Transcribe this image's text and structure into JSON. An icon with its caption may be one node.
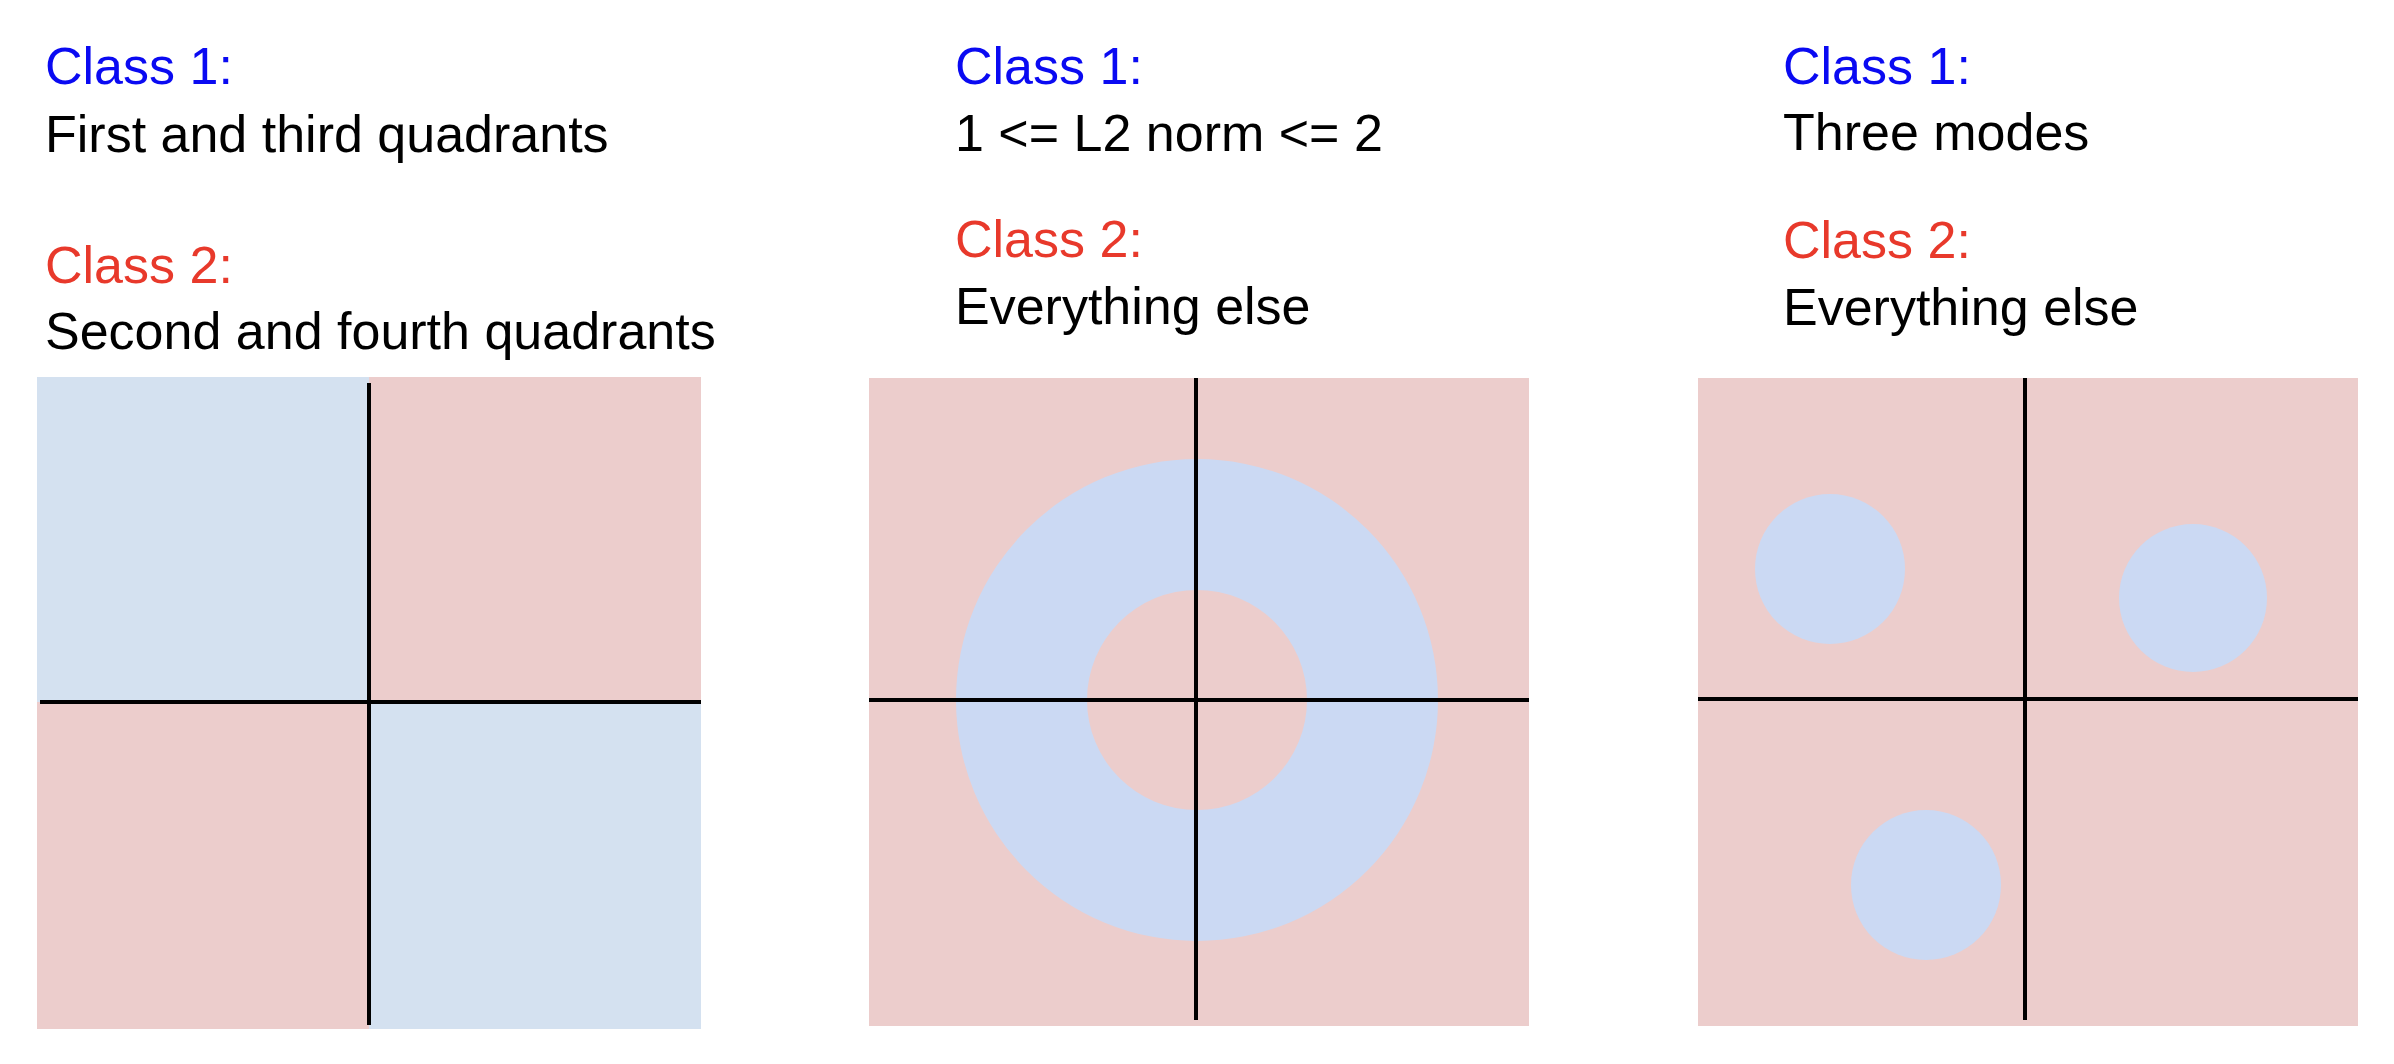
{
  "diagram": {
    "labels": [
      "Class 1:",
      "First and third quadrants",
      "Class 2:",
      "Second and fourth quadrants",
      "Class 1:",
      "1 <= L2 norm <= 2",
      "Class 2:",
      "Everything else",
      "Class 1:",
      "Three modes",
      "Class 2:",
      "Everything else"
    ]
  }
}
